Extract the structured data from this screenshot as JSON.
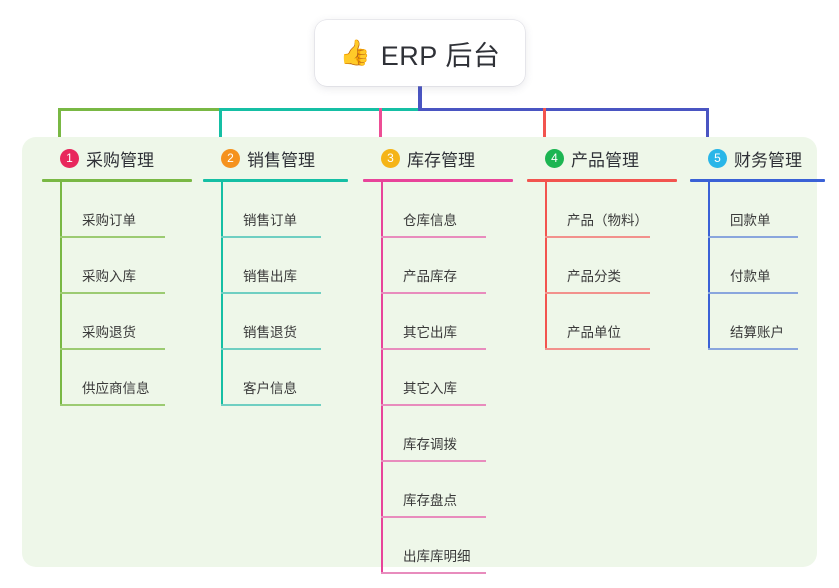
{
  "page": {
    "background": "#ffffff",
    "panel_background": "#eef7e9"
  },
  "root": {
    "icon": "thumbs-up-icon",
    "emoji": "👍",
    "title": "ERP 后台",
    "card_background": "#ffffff",
    "stem_color": "#4a55c2"
  },
  "trunk": {
    "segments": [
      {
        "name": "trunk-green",
        "color": "#79b844"
      },
      {
        "name": "trunk-teal",
        "color": "#15bfa4"
      },
      {
        "name": "trunk-blue",
        "color": "#4a55c2"
      }
    ]
  },
  "columns": [
    {
      "id": "purchase",
      "number": "1",
      "title": "采购管理",
      "badge_color": "#e8275c",
      "rule_color": "#79b844",
      "leaf_color": "#9ccb72",
      "drop_color": "#79b844",
      "items": [
        {
          "label": "采购订单"
        },
        {
          "label": "采购入库"
        },
        {
          "label": "采购退货"
        },
        {
          "label": "供应商信息"
        }
      ]
    },
    {
      "id": "sales",
      "number": "2",
      "title": "销售管理",
      "badge_color": "#f5921e",
      "rule_color": "#15bfa4",
      "leaf_color": "#6fcfc2",
      "drop_color": "#15bfa4",
      "items": [
        {
          "label": "销售订单"
        },
        {
          "label": "销售出库"
        },
        {
          "label": "销售退货"
        },
        {
          "label": "客户信息"
        }
      ]
    },
    {
      "id": "inventory",
      "number": "3",
      "title": "库存管理",
      "badge_color": "#f5b417",
      "rule_color": "#e8449a",
      "leaf_color": "#e88cbd",
      "drop_color": "#ed4e95",
      "items": [
        {
          "label": "仓库信息"
        },
        {
          "label": "产品库存"
        },
        {
          "label": "其它出库"
        },
        {
          "label": "其它入库"
        },
        {
          "label": "库存调拨"
        },
        {
          "label": "库存盘点"
        },
        {
          "label": "出库库明细"
        }
      ]
    },
    {
      "id": "product",
      "number": "4",
      "title": "产品管理",
      "badge_color": "#1cb552",
      "rule_color": "#f2544f",
      "leaf_color": "#f2918c",
      "drop_color": "#f2544f",
      "items": [
        {
          "label": "产品（物料）"
        },
        {
          "label": "产品分类"
        },
        {
          "label": "产品单位"
        }
      ]
    },
    {
      "id": "finance",
      "number": "5",
      "title": "财务管理",
      "badge_color": "#29b6e8",
      "rule_color": "#3a61d6",
      "leaf_color": "#8aa6dd",
      "drop_color": "#4a55c2",
      "items": [
        {
          "label": "回款单"
        },
        {
          "label": "付款单"
        },
        {
          "label": "结算账户"
        }
      ]
    }
  ]
}
